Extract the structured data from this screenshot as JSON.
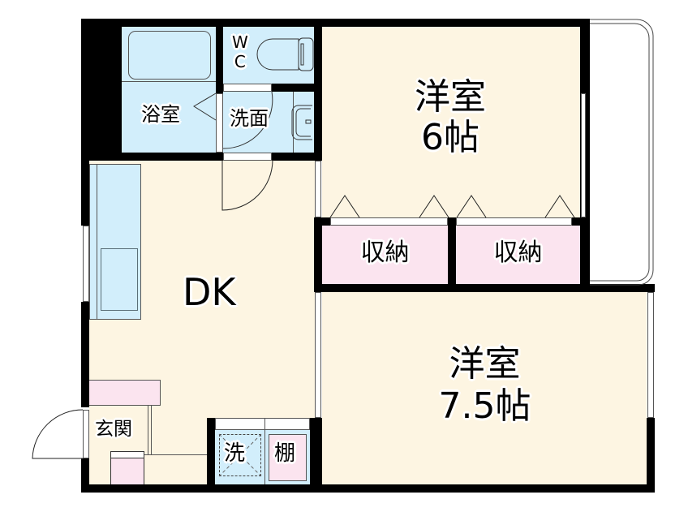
{
  "floorplan": {
    "rooms": {
      "bath": {
        "label": "浴室"
      },
      "wc": {
        "label_line1": "W",
        "label_line2": "C"
      },
      "washroom": {
        "label": "洗面"
      },
      "bedroom_north": {
        "label_line1": "洋室",
        "label_line2": "6帖"
      },
      "storage_left": {
        "label": "収納"
      },
      "storage_right": {
        "label": "収納"
      },
      "dk": {
        "label": "DK"
      },
      "bedroom_south": {
        "label_line1": "洋室",
        "label_line2": "7.5帖"
      },
      "entrance": {
        "label": "玄関"
      },
      "laundry": {
        "label": "洗"
      },
      "shelf": {
        "label": "棚"
      }
    },
    "colors": {
      "wall": "#000000",
      "floor_living": "#fdf5e2",
      "floor_wet": "#d2eefb",
      "floor_storage": "#fbe4ef",
      "background": "#ffffff"
    }
  }
}
